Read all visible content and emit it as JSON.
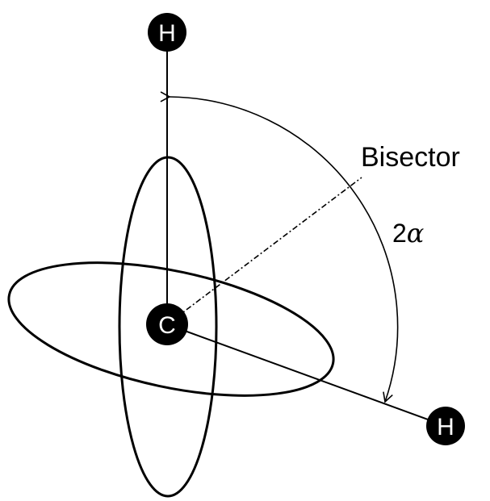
{
  "atoms": {
    "top_h": "H",
    "center_c": "C",
    "right_h": "H"
  },
  "labels": {
    "bisector": "Bisector",
    "angle_prefix": "2",
    "angle_symbol": "α"
  },
  "colors": {
    "atom_fill": "#000000",
    "atom_text": "#ffffff",
    "line": "#000000",
    "background": "#ffffff"
  }
}
